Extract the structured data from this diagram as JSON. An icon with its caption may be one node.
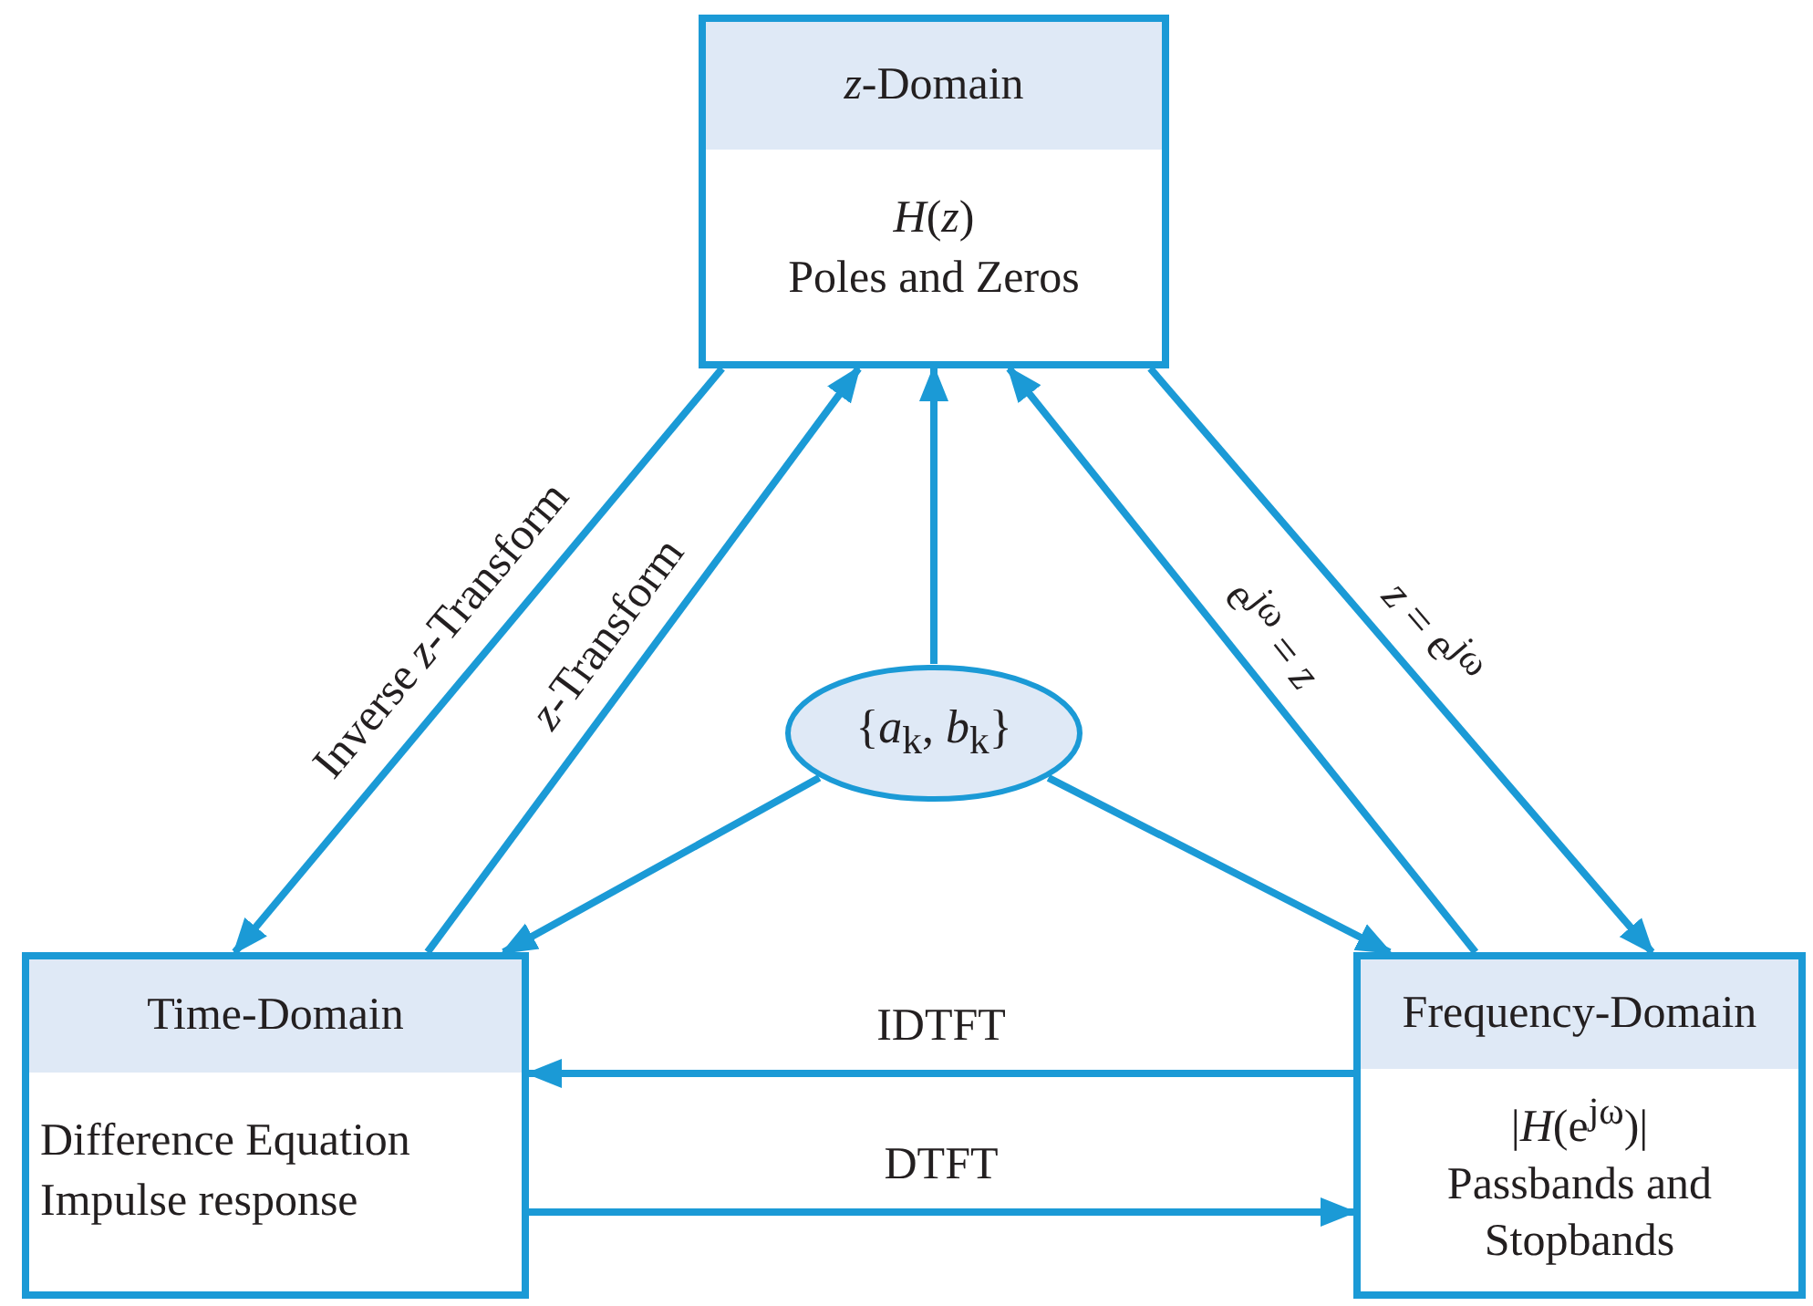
{
  "diagram": {
    "nodes": [
      {
        "text": [
          "*z*-Domain",
          "*H*(*z*)",
          "Poles and Zeros"
        ]
      },
      {
        "text": [
          "{*a*$_{k}$, *b*$_{k}$}"
        ]
      },
      {
        "text": [
          "Time-Domain",
          "Difference Equation",
          "Impulse response"
        ]
      },
      {
        "text": [
          "Frequency-Domain",
          "|*H*(e$^{jω}$)|",
          "Passbands and Stopbands"
        ]
      }
    ],
    "edges": [
      {
        "from": 0,
        "to": 2,
        "arrow": "to",
        "label": "Inverse *z*-Transform"
      },
      {
        "from": 2,
        "to": 0,
        "arrow": "to",
        "label": "*z*-Transform"
      },
      {
        "from": 1,
        "to": 0,
        "arrow": "to"
      },
      {
        "from": 3,
        "to": 0,
        "arrow": "to",
        "label": "e$^{jω}$ = *z*"
      },
      {
        "from": 0,
        "to": 3,
        "arrow": "to",
        "label": "*z* = e$^{jω}$"
      },
      {
        "from": 1,
        "to": 2,
        "arrow": "to"
      },
      {
        "from": 1,
        "to": 3,
        "arrow": "to"
      },
      {
        "from": 3,
        "to": 2,
        "arrow": "to",
        "label": "IDTFT"
      },
      {
        "from": 2,
        "to": 3,
        "arrow": "to",
        "label": "DTFT"
      }
    ]
  }
}
